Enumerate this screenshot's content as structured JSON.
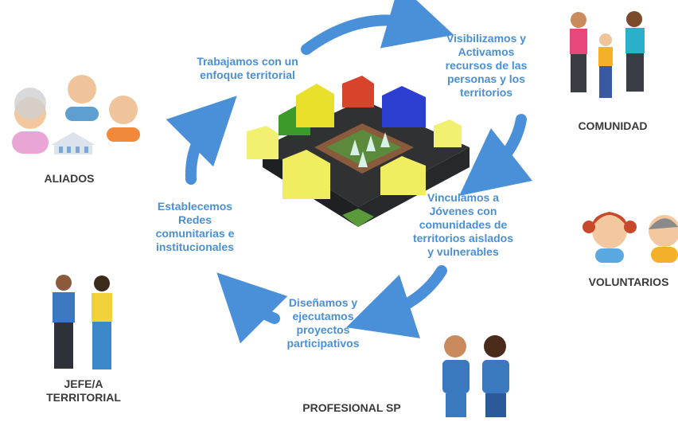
{
  "cycle": {
    "step_top_left": "Trabajamos  con un\nenfoque territorial",
    "step_top_right": "Visibilizamos y\nActivamos\nrecursos de las\npersonas y los\nterritorios",
    "step_right": "Vinculamos a\nJóvenes  con\ncomunidades de\nterritorios aislados\ny vulnerables",
    "step_bottom": "Diseñamos y\nejecutamos\nproyectos\nparticipativos",
    "step_left": "Establecemos\nRedes\ncomunitarias e\ninstitucionales"
  },
  "roles": {
    "aliados": "ALIADOS",
    "comunidad": "COMUNIDAD",
    "voluntarios": "VOLUNTARIOS",
    "jefe_territorial": "JEFE/A\nTERRITORIAL",
    "profesional_sp": "PROFESIONAL SP"
  },
  "colors": {
    "arrow": "#4a90d9",
    "cycle_text": "#4a8fd4",
    "label_text": "#3a3a3a"
  },
  "icons": [
    "aliados-people-icon",
    "building-icon",
    "community-family-icon",
    "volunteers-icon",
    "territorial-chiefs-icon",
    "students-backpack-icon",
    "city-block-icon"
  ]
}
